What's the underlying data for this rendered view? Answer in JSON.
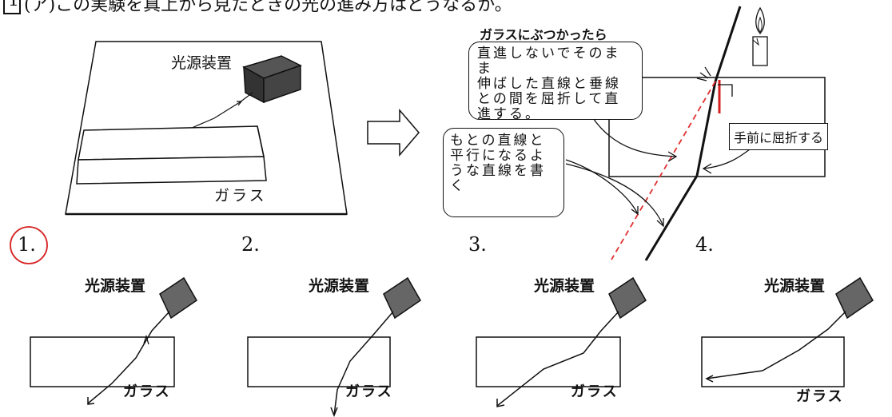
{
  "question": {
    "number": "1",
    "text": "(ア)この実験を真上から見たときの光の進み方はどうなるか。"
  },
  "top_figure": {
    "light_source_label": "光源装置",
    "glass_label": "ガラス"
  },
  "explanation": {
    "title": "ガラスにぶつかったら",
    "bubble1_lines": [
      "直進しないでそのまま",
      "伸ばした直線と垂線",
      "との間を屈折して直",
      "進する。"
    ],
    "bubble2_lines": [
      "もとの直線と",
      "平行になるよ",
      "うな直線を書",
      "く"
    ],
    "tag": "手前に屈折する"
  },
  "options": [
    {
      "number": "1.",
      "source_label": "光源装置",
      "glass_label": "ガラス",
      "circled": true
    },
    {
      "number": "2.",
      "source_label": "光源装置",
      "glass_label": "ガラス",
      "circled": false
    },
    {
      "number": "3.",
      "source_label": "光源装置",
      "glass_label": "ガラス",
      "circled": false
    },
    {
      "number": "4.",
      "source_label": "光源装置",
      "glass_label": "ガラス",
      "circled": false
    }
  ],
  "colors": {
    "answer_circle": "#d62020",
    "normal_line": "#d62020",
    "extension_line": "#e03030",
    "ink": "#111111"
  }
}
